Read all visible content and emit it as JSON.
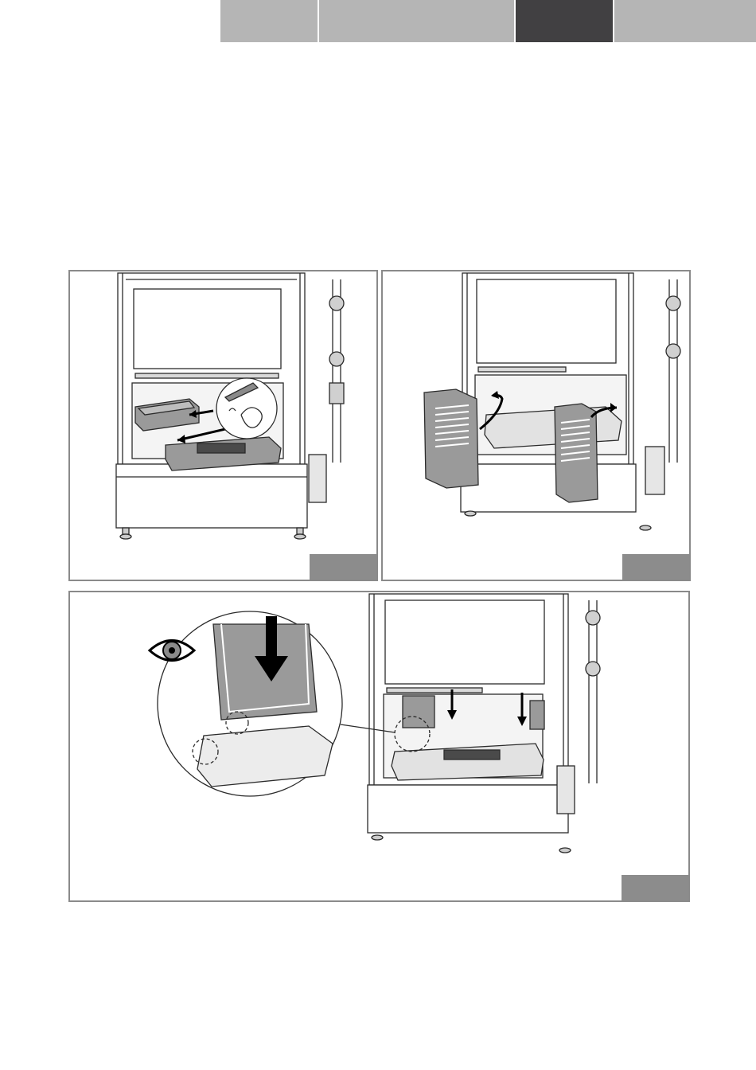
{
  "colors": {
    "tab_light": "#b5b5b5",
    "tab_dark": "#414042",
    "line": "#2b2b2b",
    "part_fill": "#9a9a9a",
    "panel_border": "#8a8a8a",
    "step_box": "#8c8c8c"
  },
  "header": {
    "tabs": [
      {
        "state": "inactive"
      },
      {
        "state": "inactive"
      },
      {
        "state": "active"
      },
      {
        "state": "inactive"
      }
    ]
  },
  "figures": [
    {
      "id": "A",
      "illustration": "remove-ash-tray-with-hook-tool"
    },
    {
      "id": "B",
      "illustration": "remove-side-baffle-panels"
    },
    {
      "id": "C",
      "illustration": "insert-baffle-panels-check-seating",
      "icons": [
        "eye-icon",
        "down-arrow-icon"
      ]
    }
  ]
}
